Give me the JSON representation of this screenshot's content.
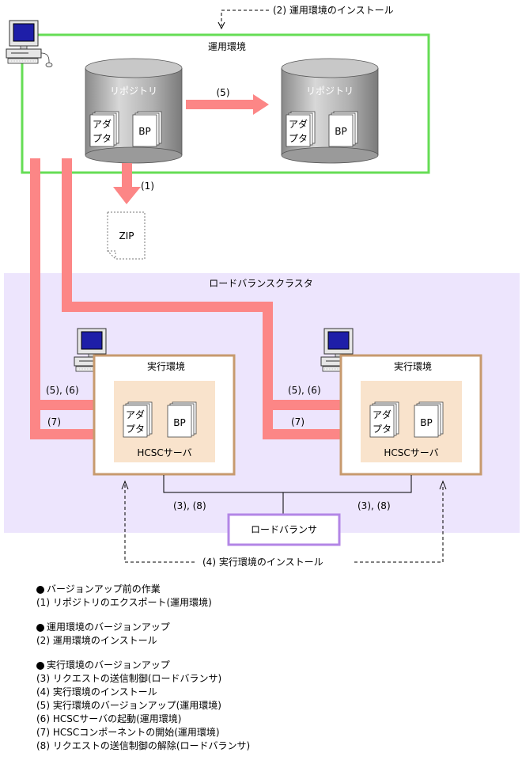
{
  "diagram": {
    "top_note": "(2) 運用環境のインストール",
    "ops_env_label": "運用環境",
    "repository_label": "リポジトリ",
    "adapter_line1": "アダ",
    "adapter_line2": "プタ",
    "bp_label": "BP",
    "step5_label": "(5)",
    "step1_label": "(1)",
    "zip_label": "ZIP",
    "cluster_label": "ロードバランスクラスタ",
    "exec_env_label": "実行環境",
    "hcsc_server_label": "HCSCサーバ",
    "steps_56_label": "(5), (6)",
    "step7_label": "(7)",
    "steps_38_label": "(3), (8)",
    "load_balancer_label": "ロードバランサ",
    "bottom_note": "(4) 実行環境のインストール",
    "colors": {
      "ops_border": "#66dd55",
      "cluster_bg": "#ede5fd",
      "exec_border": "#c79a6e",
      "hcsc_bg": "#f9e3cc",
      "arrow": "#fc8686",
      "lb_border": "#b386e6"
    }
  },
  "legend": {
    "sections": [
      {
        "header": "バージョンアップ前の作業",
        "items": [
          "(1) リポジトリのエクスポート(運用環境)"
        ]
      },
      {
        "header": " 運用環境のバージョンアップ",
        "items": [
          "(2) 運用環境のインストール"
        ]
      },
      {
        "header": " 実行環境のバージョンアップ",
        "items": [
          "(3) リクエストの送信制御(ロードバランサ)",
          "(4) 実行環境のインストール",
          "(5) 実行環境のバージョンアップ(運用環境)",
          "(6) HCSCサーバの起動(運用環境)",
          "(7) HCSCコンポーネントの開始(運用環境)",
          "(8) リクエストの送信制御の解除(ロードバランサ)"
        ]
      }
    ]
  }
}
